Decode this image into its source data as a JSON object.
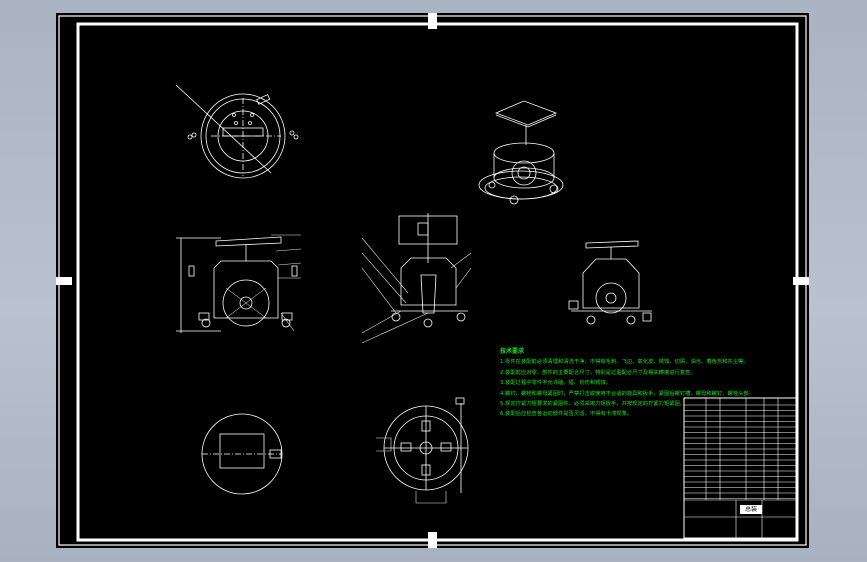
{
  "drawing": {
    "notes_title": "技术要求",
    "notes": [
      "1.零件在装配前必须清理和清洗干净，不得有毛刺、飞边、氧化皮、锈蚀、切屑、油污、着色剂和灰尘等。",
      "2.装配前应对零、部件的主要配合尺寸，特别是过盈配合尺寸及相关精度进行复查。",
      "3.装配过程中零件不允许磕、碰、划伤和锈蚀。",
      "4.螺钉、螺栓和螺母紧固时，严禁打击或使用不合适的旋具和扳手，紧固后螺钉槽、螺母和螺钉、螺栓头部不得损坏。",
      "5.规定拧紧力矩要求的紧固件，必须采用力矩扳手，并按规定的拧紧力矩紧固。",
      "6.装配后应检查各运动部件是否灵活，不得有卡滞现象。"
    ],
    "title_block": {
      "name": "总装"
    },
    "colors": {
      "sheet": "#000000",
      "lines": "#ffffff",
      "text": "#19e61c",
      "leaders": "#e6e6e6"
    }
  }
}
